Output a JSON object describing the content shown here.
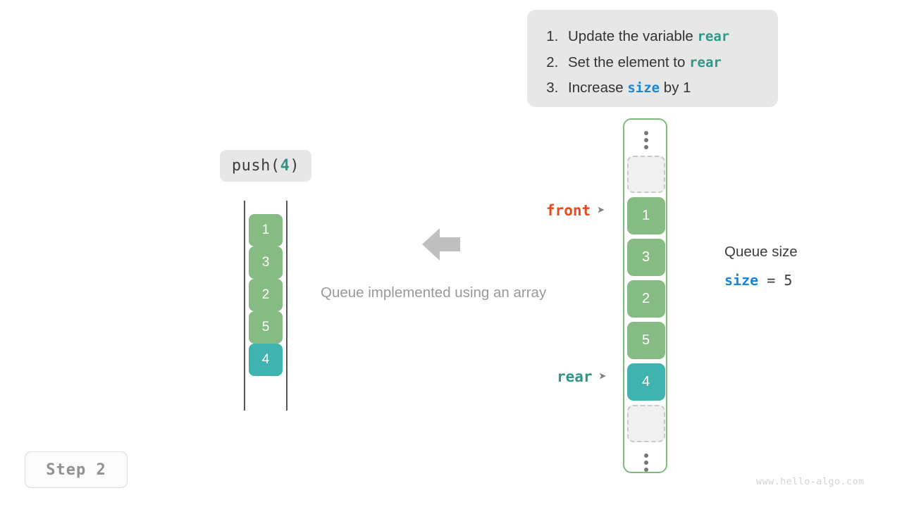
{
  "instructions": {
    "items": [
      {
        "prefix": "Update the variable ",
        "code": "rear",
        "code_color": "teal",
        "suffix": ""
      },
      {
        "prefix": "Set the element to ",
        "code": "rear",
        "code_color": "teal",
        "suffix": ""
      },
      {
        "prefix": "Increase ",
        "code": "size",
        "code_color": "blue",
        "suffix": " by 1"
      }
    ]
  },
  "operation": {
    "name": "push(",
    "argument": "4",
    "close": ")"
  },
  "left_array": {
    "label": "logical-queue",
    "cells": [
      {
        "value": "1",
        "color": "green"
      },
      {
        "value": "3",
        "color": "green"
      },
      {
        "value": "2",
        "color": "green"
      },
      {
        "value": "5",
        "color": "green"
      },
      {
        "value": "4",
        "color": "teal"
      }
    ]
  },
  "right_array": {
    "label": "backing-array",
    "slots": [
      {
        "kind": "ellipsis",
        "value": ""
      },
      {
        "kind": "empty",
        "value": ""
      },
      {
        "kind": "value",
        "value": "1",
        "color": "green"
      },
      {
        "kind": "value",
        "value": "3",
        "color": "green"
      },
      {
        "kind": "value",
        "value": "2",
        "color": "green"
      },
      {
        "kind": "value",
        "value": "5",
        "color": "green"
      },
      {
        "kind": "value",
        "value": "4",
        "color": "teal"
      },
      {
        "kind": "empty",
        "value": ""
      },
      {
        "kind": "ellipsis",
        "value": ""
      }
    ]
  },
  "pointers": {
    "front": {
      "label": "front",
      "marker": "➤",
      "color": "#e8491d"
    },
    "rear": {
      "label": "rear",
      "marker": "➤",
      "color": "#309688"
    }
  },
  "caption": "Queue implemented using an array",
  "size_panel": {
    "title": "Queue size",
    "variable": "size",
    "operator": "=",
    "value": "5"
  },
  "step_badge": "Step 2",
  "watermark": "www.hello-algo.com",
  "colors": {
    "green": "#86bb84",
    "teal": "#41b3ae",
    "front_orange": "#e8491d",
    "rear_teal": "#309688",
    "size_blue": "#1a85d6",
    "container_green": "#7ebb7c",
    "chip_gray": "#e7e7e7",
    "arrow_gray": "#bfbfbf"
  }
}
